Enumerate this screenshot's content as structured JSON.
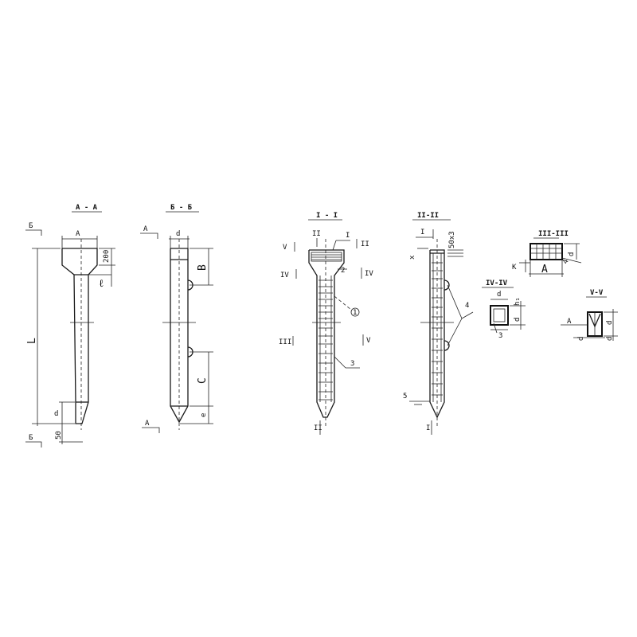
{
  "views": {
    "aa": {
      "title": "А - А",
      "dim_width": "А",
      "dim_head": "200",
      "dim_taper": "ℓ",
      "dim_length": "L",
      "dim_tip": "d",
      "dim_bottom": "50",
      "mark_top": "Б",
      "mark_bottom": "Б"
    },
    "bb": {
      "title": "Б - Б",
      "dim_top": "d",
      "dim_b": "B",
      "dim_c": "C",
      "dim_e": "e",
      "mark_top": "А",
      "mark_bottom": "А"
    },
    "s1": {
      "title": "I - I",
      "mark_ii_top": "II",
      "mark_i": "I",
      "mark_ii_right": "II",
      "mark_v_left": "V",
      "mark_iv_left": "IV",
      "mark_iv_right": "IV",
      "mark_v_right_low": "V",
      "callout_2": "2",
      "callout_1": "1",
      "callout_3": "3",
      "mark_ii_bottom": "II",
      "mark_iii_left": "III"
    },
    "s2": {
      "title": "II-II",
      "mark_i_top": "I",
      "dim_50x3": "50х3",
      "mark_x": "х",
      "callout_4": "4",
      "callout_5": "5",
      "mark_i_bottom": "I"
    },
    "d3": {
      "title": "III-III",
      "callout_4": "4",
      "dim_d": "d",
      "mark_k": "К",
      "dim_a": "А"
    },
    "d4": {
      "title": "IV-IV",
      "dim_h": "h₁",
      "dim_d": "d",
      "callout_3": "3"
    },
    "d5": {
      "title": "V-V",
      "dim_a": "А",
      "dim_d": "d",
      "dim_d2": "d",
      "dim_d3": "d"
    }
  }
}
